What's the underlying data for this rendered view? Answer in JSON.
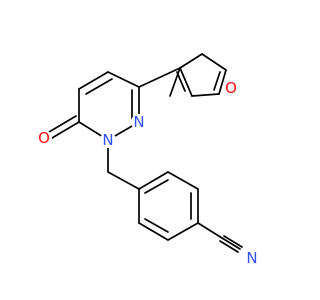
{
  "molecule": {
    "atoms": [
      {
        "id": "O1",
        "symbol": "O",
        "color": "#ff0d0d"
      },
      {
        "id": "O2",
        "symbol": "O",
        "color": "#ff0d0d"
      },
      {
        "id": "N1",
        "symbol": "N",
        "color": "#3050f8"
      },
      {
        "id": "N2",
        "symbol": "N",
        "color": "#3050f8"
      },
      {
        "id": "N3",
        "symbol": "N",
        "color": "#3050f8"
      }
    ]
  }
}
